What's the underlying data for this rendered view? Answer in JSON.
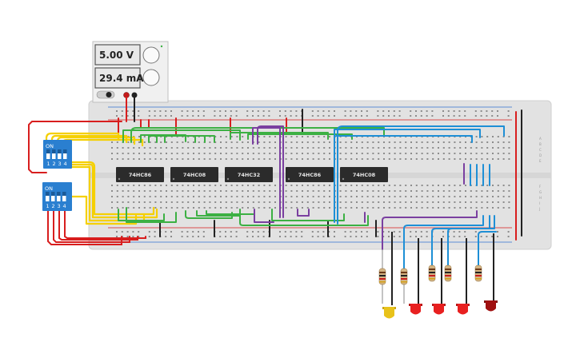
{
  "power_supply": {
    "voltage": "5.00 V",
    "current": "29.4 mA"
  },
  "dip_switches": [
    {
      "on_label": "ON",
      "numbers": [
        "1",
        "2",
        "3",
        "4"
      ]
    },
    {
      "on_label": "ON",
      "numbers": [
        "1",
        "2",
        "3",
        "4"
      ]
    }
  ],
  "chips": [
    "74HC86",
    "74HC08",
    "74HC32",
    "74HC86",
    "74HC08"
  ],
  "row_labels_top": [
    "A",
    "B",
    "C",
    "D",
    "E"
  ],
  "row_labels_bottom": [
    "F",
    "G",
    "H",
    "I",
    "J"
  ],
  "leds": [
    {
      "color": "yellow",
      "hex": "#e8c21a"
    },
    {
      "color": "red",
      "hex": "#e82020"
    },
    {
      "color": "red",
      "hex": "#e82020"
    },
    {
      "color": "red",
      "hex": "#e82020"
    },
    {
      "color": "dark-red",
      "hex": "#a01010"
    }
  ],
  "colors": {
    "breadboard": "#e2e2e2",
    "wire_red": "#d81e1e",
    "wire_green": "#3cb043",
    "wire_yellow": "#f5d000",
    "wire_purple": "#7a3fa0",
    "wire_blue": "#1e8fd6",
    "wire_black": "#222222",
    "dip_blue": "#2a7fd0",
    "chip": "#2b2b2b"
  }
}
